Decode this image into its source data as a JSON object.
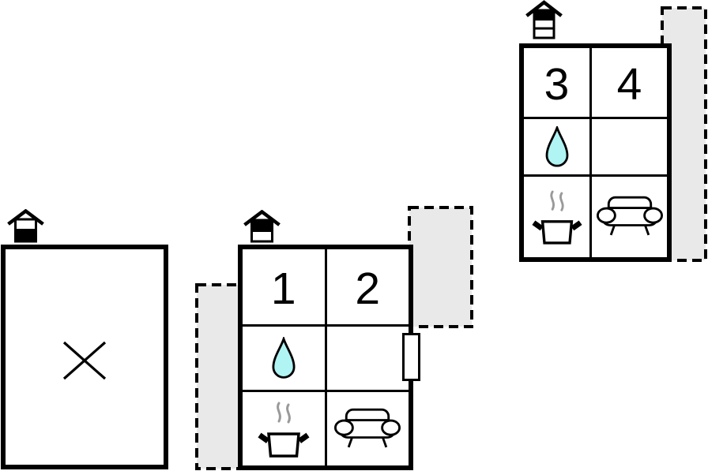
{
  "colors": {
    "wall": "#000000",
    "water": "#b0f4f4",
    "terrace": "#e9e9e9",
    "steam": "#9a9a9a",
    "background": "#ffffff"
  },
  "buildings": [
    {
      "name": "building-left",
      "house_icon": {
        "storeys": 2,
        "highlighted_storey": "lower"
      },
      "rooms": [
        {
          "label": "",
          "icon": "cross"
        }
      ]
    },
    {
      "name": "building-middle",
      "house_icon": {
        "storeys": 2,
        "highlighted_storey": "upper"
      },
      "rooms": [
        {
          "label": "1",
          "icon": ""
        },
        {
          "label": "2",
          "icon": ""
        },
        {
          "label": "",
          "icon": "water-drop"
        },
        {
          "label": "",
          "icon": ""
        },
        {
          "label": "",
          "icon": "cooking-pot-with-steam"
        },
        {
          "label": "",
          "icon": "sofa"
        }
      ],
      "annotations": [
        "terrace-left",
        "terrace-top-right",
        "window-right-wall"
      ]
    },
    {
      "name": "building-right",
      "house_icon": {
        "storeys": 3,
        "highlighted_storey": "top"
      },
      "rooms": [
        {
          "label": "3",
          "icon": ""
        },
        {
          "label": "4",
          "icon": ""
        },
        {
          "label": "",
          "icon": "water-drop"
        },
        {
          "label": "",
          "icon": ""
        },
        {
          "label": "",
          "icon": "cooking-pot-with-steam"
        },
        {
          "label": "",
          "icon": "sofa"
        }
      ],
      "annotations": [
        "terrace-right"
      ]
    }
  ]
}
